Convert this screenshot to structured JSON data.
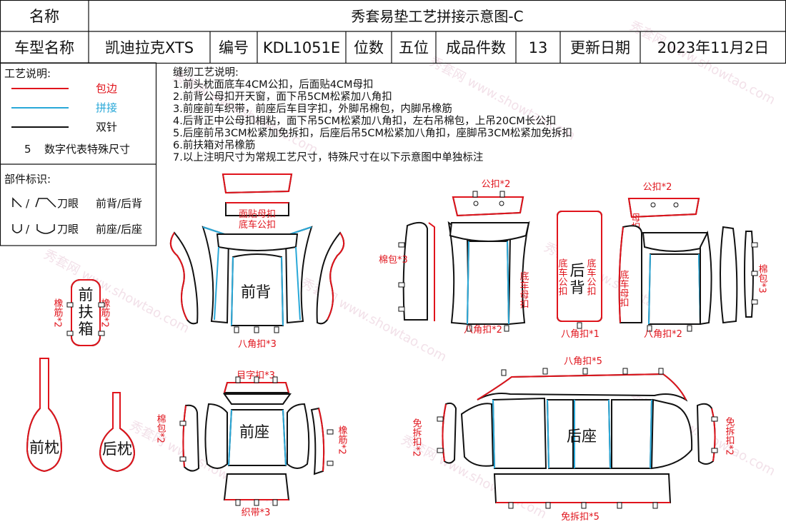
{
  "header": {
    "name_label": "名称",
    "title": "秀套易垫工艺拼接示意图-C",
    "car_model_label": "车型名称",
    "car_model": "凯迪拉克XTS",
    "code_label": "编号",
    "code": "KDL1051E",
    "seats_label": "位数",
    "seats": "五位",
    "pieces_label": "成品件数",
    "pieces": "13",
    "update_label": "更新日期",
    "update_date": "2023年11月2日"
  },
  "legend": {
    "title": "工艺说明:",
    "items": [
      {
        "label": "包边",
        "color": "#e0141c"
      },
      {
        "label": "拼接",
        "color": "#29a8d8"
      },
      {
        "label": "双针",
        "color": "#111111"
      }
    ],
    "digit_sample": "5",
    "digit_desc": "数字代表特殊尺寸",
    "parts_title": "部件标识:",
    "cut_label": "刀眼",
    "row1_desc": "前背/后背",
    "row2_desc": "前座/后座"
  },
  "notes": {
    "title": "缝纫工艺说明:",
    "lines": [
      "1.前头枕面底车4CM公扣，后面贴4CM母扣",
      "2.前背公母扣开天窗，面下吊5CM松紧加八角扣",
      "3.前座前车织带，前座后车目字扣，外脚吊棉包，内脚吊橡筋",
      "4.后背正中公母扣相粘，面下吊5CM松紧加八角扣，左右吊棉包，上吊20CM长公扣",
      "5.后座前吊3CM松紧加免拆扣，后座后吊5CM松紧加八角扣，座脚吊3CM松紧加免拆扣",
      "6.前扶箱对吊橡筋",
      "7.以上注明尺寸为常规工艺尺寸，特殊尺寸在以下示意图中单独标注"
    ]
  },
  "pieces": {
    "front_back": "前背",
    "front_back_top1": "面贴母扣",
    "front_back_top2": "底车公扣",
    "front_back_bottom": "八角扣*3",
    "mid_top": "公扣*2",
    "mid_left": "棉包*3",
    "mid_right": "底车母扣",
    "mid_bottom": "八角扣*2",
    "rear_back": "后背",
    "rear_back_l": "底车公扣",
    "rear_back_r": "底车公扣",
    "rear_back_bottom": "八角扣*1",
    "right_top": "公扣*2",
    "right_top2": "母扣",
    "right_mid": "底车母扣",
    "right_side": "棉包*3",
    "right_bottom": "八角扣*2",
    "armrest": "前扶箱",
    "armrest_l": "橡筋*2",
    "armrest_r": "橡筋*2",
    "front_pillow": "前枕",
    "rear_pillow": "后枕",
    "front_seat": "前座",
    "front_seat_top": "目字扣*3",
    "front_seat_left": "棉包*2",
    "front_seat_right": "橡筋*2",
    "front_seat_bottom": "织带*3",
    "rear_seat": "后座",
    "rear_seat_top": "八角扣*5",
    "rear_seat_left": "免拆扣*2",
    "rear_seat_right": "免拆扣*2",
    "rear_seat_bottom": "免拆扣*5"
  },
  "watermark": "秀套网 www.showtao.com",
  "colors": {
    "edge": "#e0141c",
    "splice": "#29a8d8",
    "double": "#111111"
  }
}
